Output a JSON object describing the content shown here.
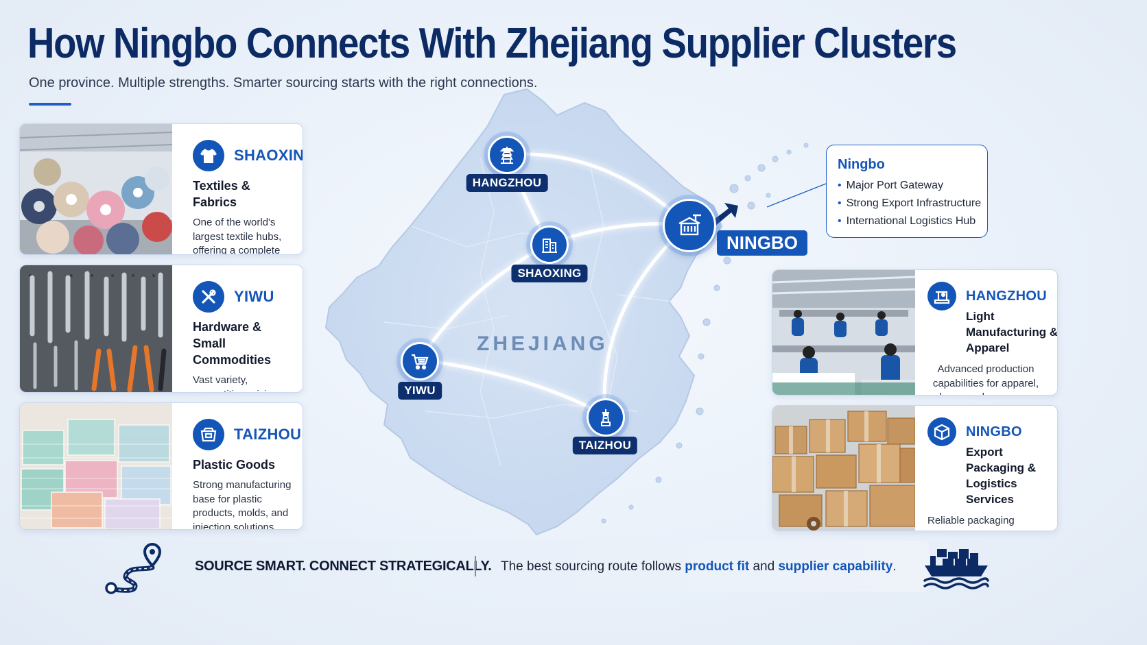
{
  "title": "How Ningbo Connects With Zhejiang Supplier Clusters",
  "subtitle": "One province. Multiple strengths. Smarter sourcing starts with the right connections.",
  "left_cards": [
    {
      "name": "SHAOXING",
      "category": "Textiles & Fabrics",
      "desc": "One of the world's largest textile hubs, offering a complete supply chain from yarn to finished fabric.",
      "icon": "tshirt-icon"
    },
    {
      "name": "YIWU",
      "category": "Hardware & Small Commodities",
      "desc": "Vast variety, competitive pricing, and unmatched product flexibility.",
      "icon": "tools-icon"
    },
    {
      "name": "TAIZHOU",
      "category": "Plastic Goods",
      "desc": "Strong manufacturing base for plastic products, molds, and injection solutions.",
      "icon": "plastic-icon"
    }
  ],
  "right_cards": [
    {
      "name": "HANGZHOU",
      "category": "Light Manufacturing & Apparel",
      "desc": "Advanced production capabilities for apparel, bags, and consumer goods.",
      "icon": "sewing-machine-icon"
    },
    {
      "name": "NINGBO",
      "category": "Export Packaging & Logistics Services",
      "desc": "Reliable packaging suppliers and integrated logistics for global shipping.",
      "icon": "package-icon"
    }
  ],
  "map": {
    "region_label": "ZHEJIANG",
    "nodes": {
      "hangzhou": "HANGZHOU",
      "shaoxing": "SHAOXING",
      "yiwu": "YIWU",
      "taizhou": "TAIZHOU",
      "ningbo": "NINGBO"
    }
  },
  "ningbo_info": {
    "title": "Ningbo",
    "items": [
      "Major Port Gateway",
      "Strong Export Infrastructure",
      "International Logistics Hub"
    ]
  },
  "bottom": {
    "left": "SOURCE SMART. CONNECT STRATEGICALLY.",
    "right_pre": "The best sourcing route follows ",
    "right_hl1": "product fit",
    "right_mid": " and ",
    "right_hl2": "supplier capability",
    "right_post": "."
  },
  "colors": {
    "primary": "#1456b8",
    "dark_navy": "#0c2a63",
    "badge": "#0d2f6e",
    "map_fill": "#cddcf1"
  }
}
